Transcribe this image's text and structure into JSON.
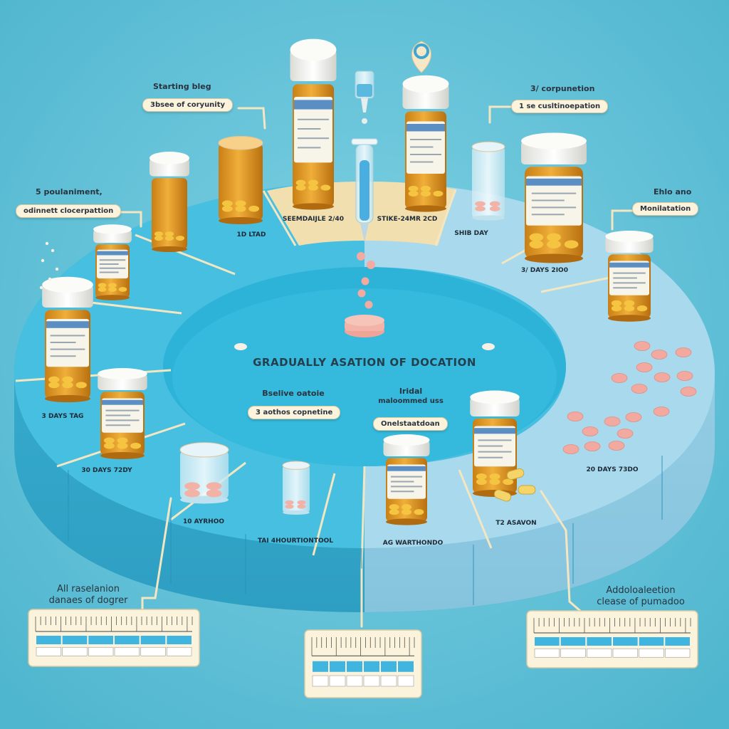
{
  "title": "GRADUALLY ASATION OF DOCATION",
  "colors": {
    "background": "#5cbfd6",
    "ring_blue": "#3fb7d8",
    "ring_light": "#a8d8ea",
    "ring_sand": "#f2dfb0",
    "bottle_amber": "#e8a02a",
    "cap_white": "#f6f6f3",
    "pill_pink": "#f2a9a0",
    "label_cream": "#fbf3dc"
  },
  "top_labels": {
    "starting": {
      "line1": "Starting bleg",
      "pill": "3bsee of coryunity"
    },
    "left": {
      "line1": "5 poulaniment,",
      "pill": "odinnett clocerpattion"
    },
    "right_top": {
      "line1": "3/ corpunetion",
      "pill": "1 se cusltinoepation"
    },
    "right": {
      "line1": "Ehlo ano",
      "pill": "Monilatation"
    }
  },
  "inner_labels": {
    "left": {
      "line1": "Bselive oatoie",
      "pill": "3 aothos copnetine"
    },
    "right": {
      "line1": "Iridal",
      "line2": "maloommed uss",
      "pill": "Onelstaatdoan"
    }
  },
  "segment_labels": [
    {
      "id": "seg-1",
      "text": "3 DAYS TAG"
    },
    {
      "id": "seg-2",
      "text": "SEEMDAIJLE 2/40"
    },
    {
      "id": "seg-3",
      "text": "STIKE-24MR 2CD"
    },
    {
      "id": "seg-4",
      "text": "SHIB DAY"
    },
    {
      "id": "seg-5",
      "text": "1D LTAD"
    },
    {
      "id": "seg-6",
      "text": "3/ DAYS 2IO0"
    },
    {
      "id": "seg-7",
      "text": "30 DAYS 72DY"
    },
    {
      "id": "seg-8",
      "text": "10 AYRHOO"
    },
    {
      "id": "seg-9",
      "text": "TAI 4HOURTIONTOOL"
    },
    {
      "id": "seg-10",
      "text": "AG WARTHONDO"
    },
    {
      "id": "seg-11",
      "text": "T2 ASAVON"
    },
    {
      "id": "seg-12",
      "text": "20 DAYS 73DO"
    }
  ],
  "bottom_captions": {
    "left": {
      "line1": "All raselanion",
      "line2": "danaes of dogrer"
    },
    "right": {
      "line1": "Addoloaleetion",
      "line2": "clease of pumadoo"
    }
  },
  "icons": [
    "location-pin-icon",
    "syringe-icon",
    "dropper-icon",
    "pill-bottle-icon",
    "open-jar-icon",
    "pill-cup-icon"
  ]
}
